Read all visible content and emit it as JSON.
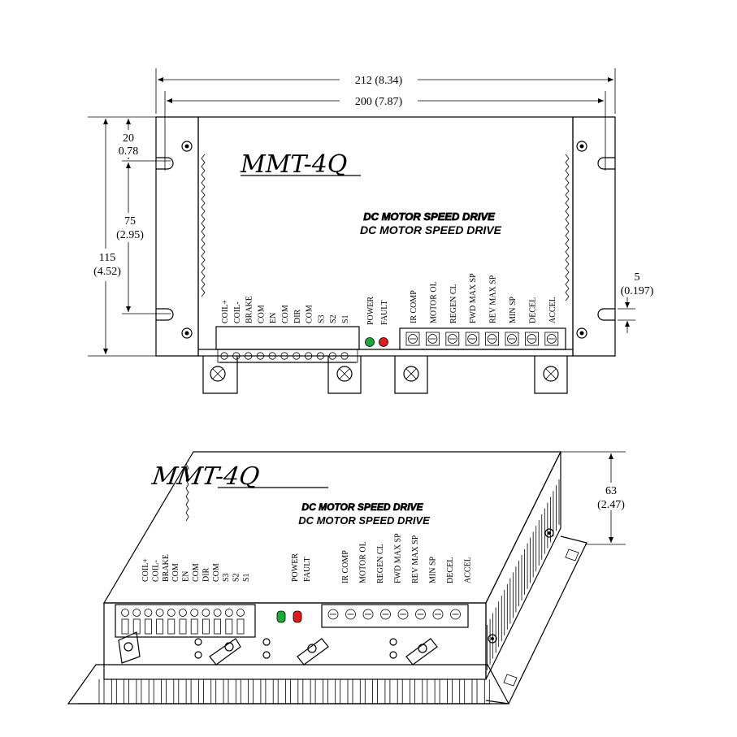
{
  "model": "MMT-4Q",
  "subtitle_outline": "DC MOTOR SPEED DRIVE",
  "subtitle": "DC MOTOR SPEED DRIVE",
  "terminals": [
    "COIL+",
    "COIL-",
    "BRAKE",
    "COM",
    "EN",
    "COM",
    "DIR",
    "COM",
    "S3",
    "S2",
    "S1"
  ],
  "leds": [
    "POWER",
    "FAULT"
  ],
  "led_colors": [
    "#1fa83a",
    "#d81e1e"
  ],
  "pots": [
    "IR COMP",
    "MOTOR OL",
    "REGEN CL",
    "FWD MAX SP",
    "REV MAX SP",
    "MIN SP",
    "DECEL",
    "ACCEL"
  ],
  "dimensions": {
    "overall_width": "212 (8.34)",
    "mount_width": "200 (7.87)",
    "top_offset_mm": "20",
    "top_offset_in": "0.78",
    "slot_spacing_mm": "75",
    "slot_spacing_in": "(2.95)",
    "overall_height_mm": "115",
    "overall_height_in": "(4.52)",
    "slot_width_mm": "5",
    "slot_width_in": "(0.197)",
    "depth_mm": "63",
    "depth_in": "(2.47)"
  }
}
